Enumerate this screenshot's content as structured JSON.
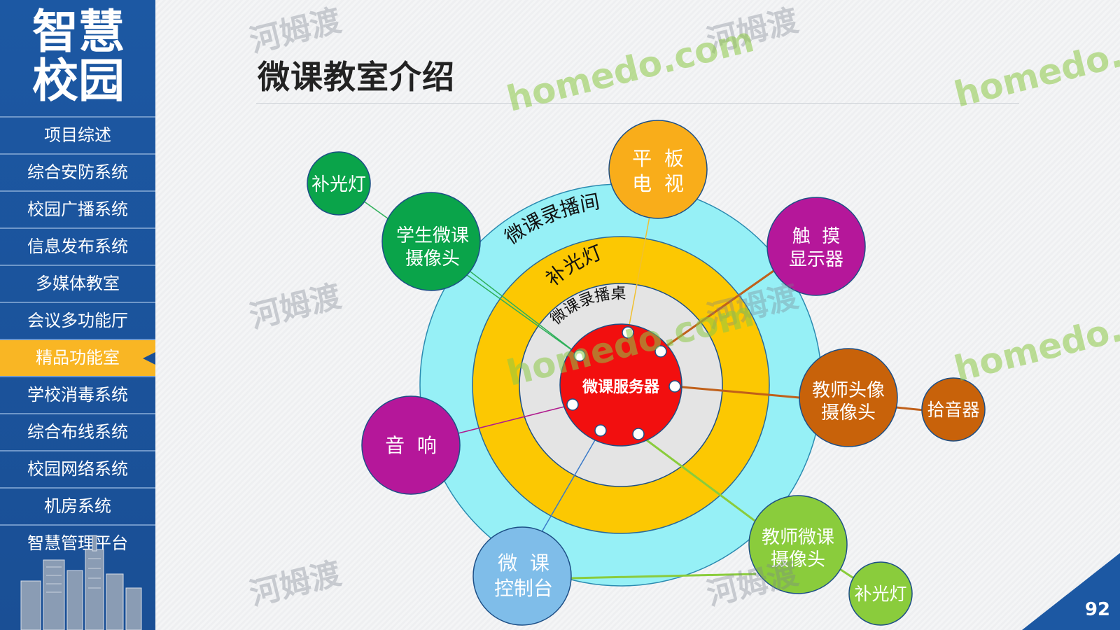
{
  "sidebar": {
    "brand_line1": "智慧",
    "brand_line2": "校园",
    "items": [
      {
        "label": "项目综述"
      },
      {
        "label": "综合安防系统"
      },
      {
        "label": "校园广播系统"
      },
      {
        "label": "信息发布系统"
      },
      {
        "label": "多媒体教室"
      },
      {
        "label": "会议多功能厅"
      },
      {
        "label": "精品功能室",
        "active": true
      },
      {
        "label": "学校消毒系统"
      },
      {
        "label": "综合布线系统"
      },
      {
        "label": "校园网络系统"
      },
      {
        "label": "机房系统"
      },
      {
        "label": "智慧管理平台"
      }
    ]
  },
  "page": {
    "title": "微课教室介绍",
    "page_number": "92"
  },
  "watermark": {
    "brand_cn": "河姆渡",
    "brand_domain": "homedo.com",
    "brand_partial": "homedo.co"
  },
  "diagram": {
    "rings": {
      "outer": "微课录播间",
      "middle": "补光灯",
      "inner": "微课录播桌"
    },
    "center": "微课服务器",
    "nodes": {
      "fill_light_top": "补光灯",
      "student_camera_1": "学生微课",
      "student_camera_2": "摄像头",
      "tablet_tv_1": "平  板",
      "tablet_tv_2": "电  视",
      "touch_display_1": "触  摸",
      "touch_display_2": "显示器",
      "teacher_head_camera_1": "教师头像",
      "teacher_head_camera_2": "摄像头",
      "pickup": "拾音器",
      "speaker": "音  响",
      "console_1": "微  课",
      "console_2": "控制台",
      "teacher_camera_1": "教师微课",
      "teacher_camera_2": "摄像头",
      "fill_light_bottom": "补光灯"
    }
  },
  "colors": {
    "sidebar_blue": "#1c58a3",
    "active_orange": "#f9b624",
    "ring_outer": "#96f0f6",
    "ring_middle": "#fcc802",
    "ring_inner": "#e4e4e4",
    "center_red": "#f20f0f"
  }
}
